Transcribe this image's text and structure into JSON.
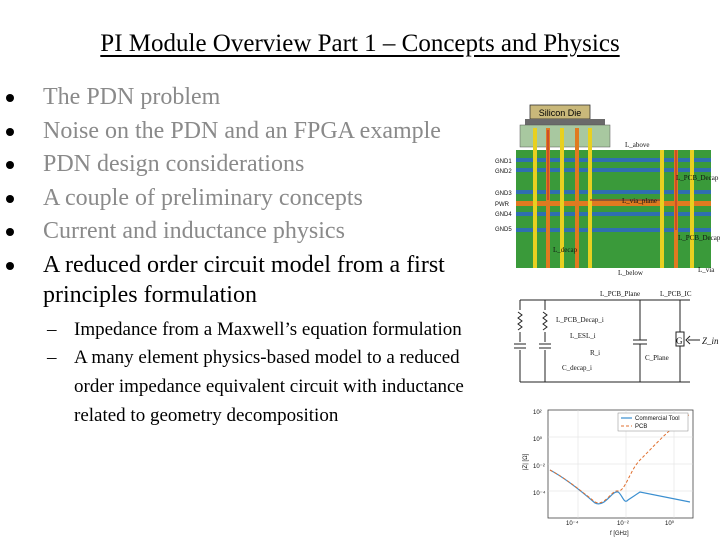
{
  "slide": {
    "title": "PI Module Overview Part 1 – Concepts and Physics",
    "bullets": [
      {
        "text": "The PDN problem",
        "style": "gray"
      },
      {
        "text": "Noise on the PDN and an FPGA example",
        "style": "gray"
      },
      {
        "text": "PDN design considerations",
        "style": "gray"
      },
      {
        "text": "A couple of preliminary concepts",
        "style": "gray"
      },
      {
        "text": "Current and inductance physics",
        "style": "gray"
      },
      {
        "text": "A reduced order circuit model from a first principles formulation",
        "style": "black"
      }
    ],
    "sub_bullets": [
      {
        "marker": "–",
        "text": "Impedance from a Maxwell’s equation formulation"
      },
      {
        "marker": "–",
        "text": "A many element physics-based model to a reduced order impedance equivalent circuit with inductance related to geometry decomposition"
      }
    ]
  },
  "figure": {
    "stackup": {
      "die_label": "Silicon Die",
      "layers": [
        "GND1",
        "GND2",
        "GND3",
        "PWR",
        "GND4",
        "GND5"
      ],
      "labels": {
        "above": "L_above",
        "pcb_decap": "L_PCB_Decap",
        "via_plane": "L_via_plane",
        "decap": "L_decap",
        "pcb_decap_bottom": "L_PCB_Decap",
        "below": "L_below",
        "via": "L_via"
      }
    },
    "circuit": {
      "labels": {
        "pcb_plane": "L_PCB_Plane",
        "pcb_ic": "L_PCB_IC",
        "pcb_decap_i": "L_PCB_Decap_i",
        "esl": "L_ESL_i",
        "r": "R_i",
        "c_decap": "C_decap_i",
        "c_plane": "C_Plane",
        "g": "G",
        "z": "Z_in"
      }
    },
    "plot": {
      "legend": [
        "Commercial Tool",
        "PCB"
      ],
      "series_colors": [
        "#2a7ab0",
        "#e07030"
      ],
      "xlabel": "f [GHz]",
      "ylabel": "|Z| [Ω]",
      "x_ticks": [
        "10⁻⁴",
        "10⁻²",
        "10⁰"
      ],
      "y_ticks": [
        "10²",
        "10⁰",
        "10⁻²",
        "10⁻⁴"
      ]
    }
  }
}
